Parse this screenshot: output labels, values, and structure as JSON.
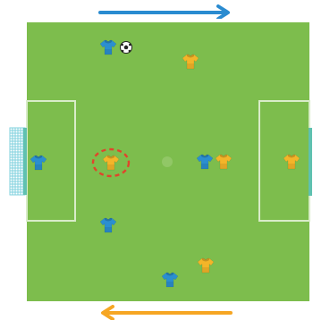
{
  "colors": {
    "grass": "#7dbd4d",
    "lines": "#d9ecc9",
    "team_blue": "#2b8fd0",
    "team_yellow": "#f3b529",
    "goal_net": "#7fd1de",
    "highlight": "#e0452b",
    "arrow_top": "#2a8bd0",
    "arrow_bottom": "#f6a623"
  },
  "field": {
    "direction_arrows": [
      {
        "team": "blue",
        "direction": "right"
      },
      {
        "team": "yellow",
        "direction": "left"
      }
    ]
  },
  "players": [
    {
      "team": "blue",
      "has_ball": true
    },
    {
      "team": "yellow"
    },
    {
      "team": "blue"
    },
    {
      "team": "yellow",
      "highlighted": true
    },
    {
      "team": "blue"
    },
    {
      "team": "yellow"
    },
    {
      "team": "yellow"
    },
    {
      "team": "blue"
    },
    {
      "team": "yellow"
    },
    {
      "team": "blue"
    }
  ],
  "icons": {
    "player": "jersey-icon",
    "ball": "soccer-ball-icon",
    "goal": "goal-net-icon"
  }
}
